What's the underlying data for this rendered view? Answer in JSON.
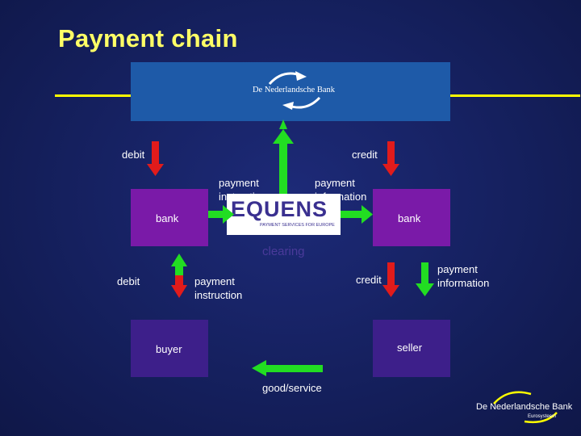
{
  "title": "Payment chain",
  "central_bank": {
    "logo_text": "De Nederlandsche Bank"
  },
  "clearing": {
    "logo_word": "EQUENS",
    "logo_tagline": "PAYMENT SERVICES FOR EUROPE",
    "label": "clearing"
  },
  "labels": {
    "debit_top": "debit",
    "credit_top": "credit",
    "payment_instruction_top": "payment instruction",
    "payment_information_top": "payment information",
    "bank_left": "bank",
    "bank_right": "bank",
    "debit_bottom": "debit",
    "payment_instruction_bottom": "payment instruction",
    "credit_bottom": "credit",
    "payment_information_bottom": "payment information",
    "buyer": "buyer",
    "seller": "seller",
    "good_service": "good/service"
  },
  "footer": {
    "brand": "De Nederlandsche Bank",
    "tagline": "Eurosysteem"
  },
  "colors": {
    "background": "#15205e",
    "title": "#ffff66",
    "rule": "#ffff00",
    "central_bank": "#1e5aa8",
    "bank": "#7a1aa8",
    "party": "#3d1f8a",
    "arrow_red": "#e11b1b",
    "arrow_green": "#22dd22"
  }
}
